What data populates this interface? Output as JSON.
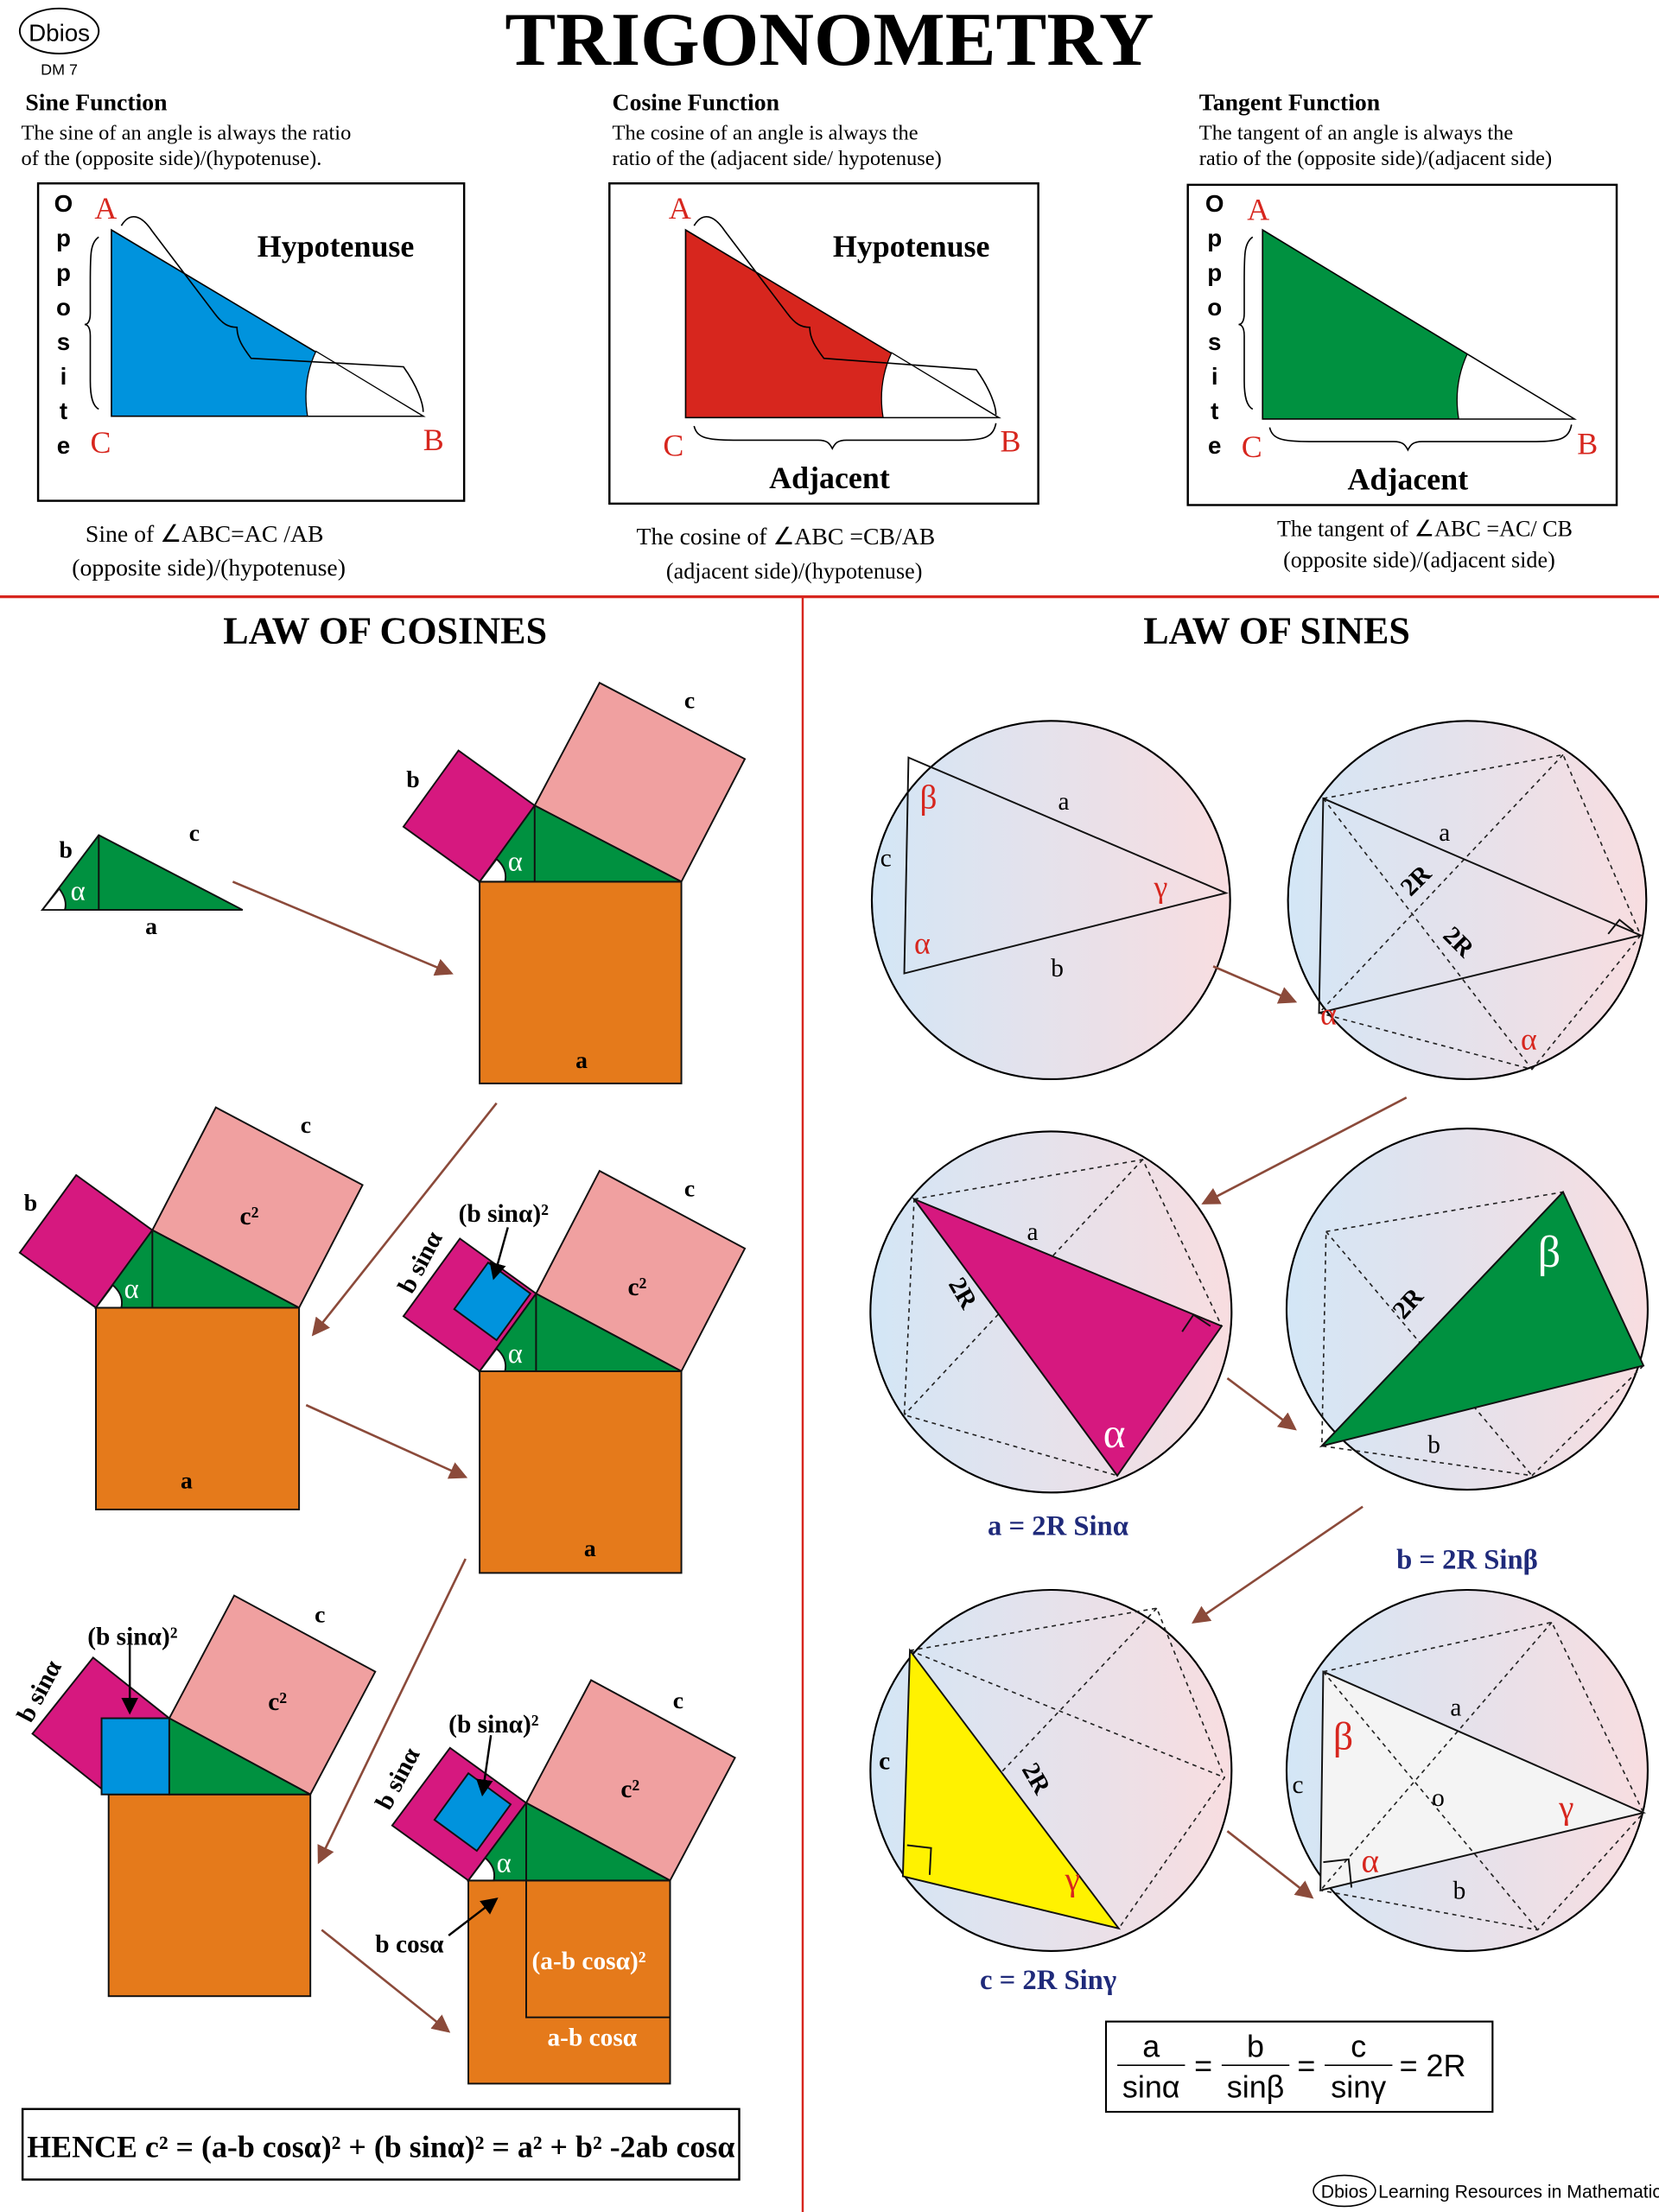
{
  "header": {
    "logo": "Dbios",
    "code": "DM 7",
    "title": "TRIGONOMETRY"
  },
  "sine": {
    "title": "Sine Function",
    "desc": [
      "The sine of an angle is always the ratio",
      "of the (opposite side)/(hypotenuse)."
    ],
    "opposite": "Opposite",
    "hypotenuse": "Hypotenuse",
    "A": "A",
    "B": "B",
    "C": "C",
    "caption": [
      "Sine of ∠ABC=AC /AB",
      "(opposite side)/(hypotenuse)"
    ],
    "color": "#0093dd"
  },
  "cosine": {
    "title": "Cosine Function",
    "desc": [
      "The cosine of an angle is always the",
      "ratio of the (adjacent side/ hypotenuse)"
    ],
    "hypotenuse": "Hypotenuse",
    "adjacent": "Adjacent",
    "A": "A",
    "B": "B",
    "C": "C",
    "caption": [
      "The cosine of ∠ABC =CB/AB",
      "(adjacent side)/(hypotenuse)"
    ],
    "color": "#d7261e"
  },
  "tangent": {
    "title": "Tangent Function",
    "desc": [
      "The tangent of an angle is always the",
      "ratio of the (opposite side)/(adjacent side)"
    ],
    "opposite": "Opposite",
    "adjacent": "Adjacent",
    "A": "A",
    "B": "B",
    "C": "C",
    "caption": [
      "The tangent of ∠ABC =AC/ CB",
      "(opposite side)/(adjacent side)"
    ],
    "color": "#009140"
  },
  "cosines": {
    "title": "LAW OF COSINES",
    "a": "a",
    "b": "b",
    "c": "c",
    "alpha": "α",
    "c2": "c²",
    "bsin": "b sinα",
    "bsin2": "(b sinα)²",
    "bcos": "b cosα",
    "abcos2": "(a-b cosα)²",
    "abcos": "a-b cosα",
    "hence": "HENCE c² = (a-b cosα)² + (b sinα)² = a² + b² -2ab cosα"
  },
  "sines": {
    "title": "LAW OF SINES",
    "a": "a",
    "b": "b",
    "c": "c",
    "o": "o",
    "alpha": "α",
    "beta": "β",
    "gamma": "γ",
    "twoR": "2R",
    "eq_a": "a = 2R Sinα",
    "eq_b": "b = 2R Sinβ",
    "eq_c": "c = 2R Sinγ",
    "formula": {
      "n1": "a",
      "d1": "sinα",
      "n2": "b",
      "d2": "sinβ",
      "n3": "c",
      "d3": "sinγ",
      "eq": "=",
      "rhs": "= 2R"
    }
  },
  "footer": {
    "logo": "Dbios",
    "text": "Learning Resources in Mathematics"
  },
  "colors": {
    "red_rule": "#d7261e",
    "orange": "#e57a1b",
    "magenta": "#d6187f",
    "pink": "#f0a0a0",
    "green": "#009140",
    "blue": "#0093dd",
    "yellow": "#fff200"
  }
}
